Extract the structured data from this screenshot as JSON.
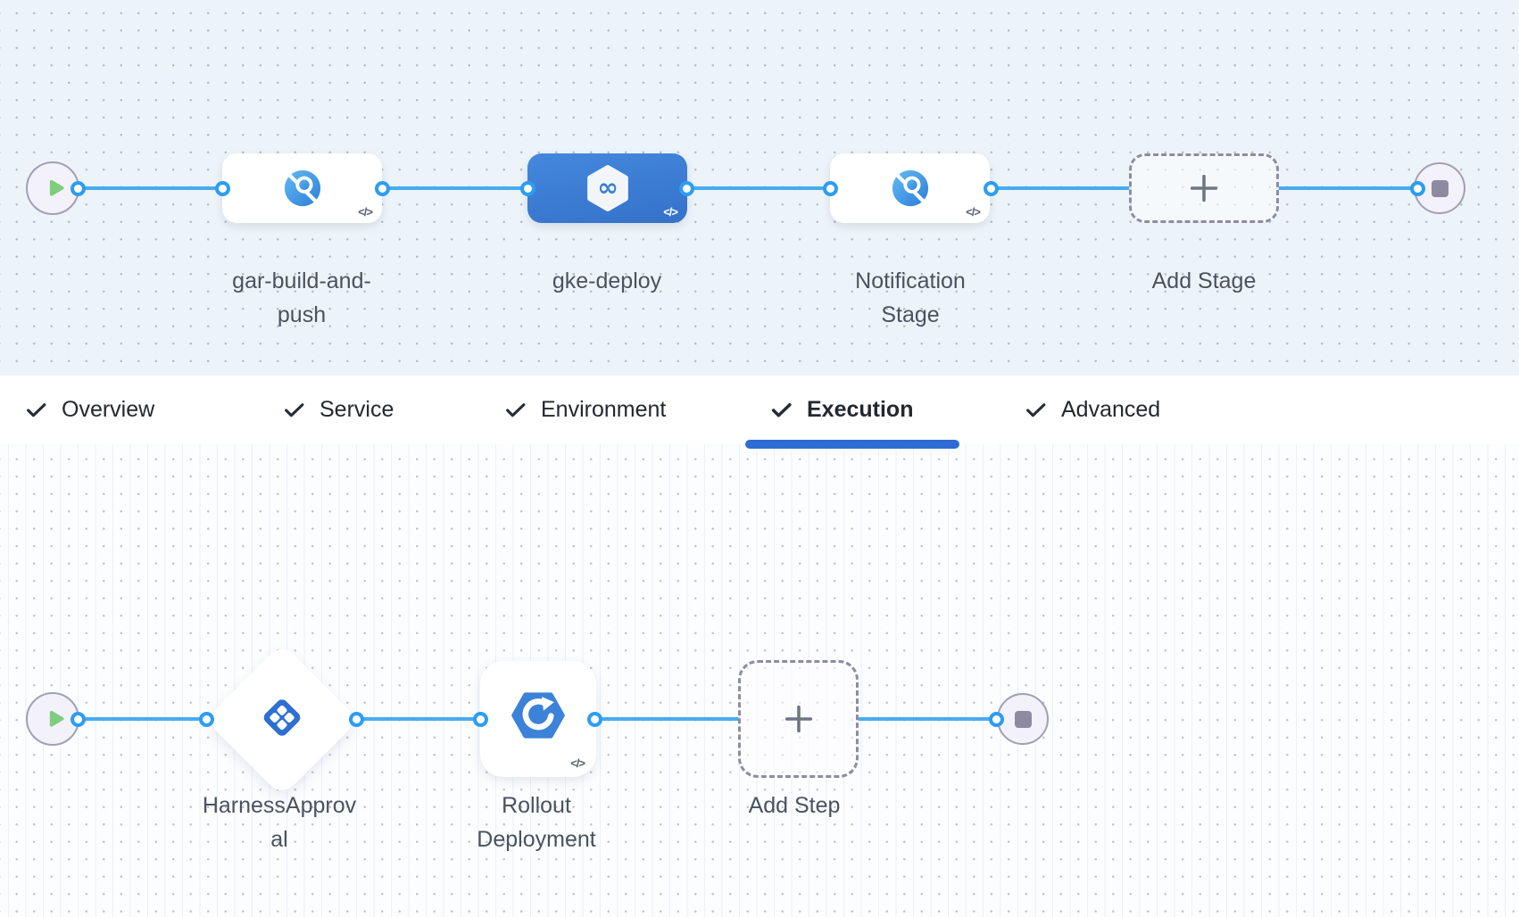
{
  "colors": {
    "canvas_top_bg": "#edf4f9",
    "canvas_bottom_bg": "#fcfdff",
    "connector_blue": "#49abf2",
    "port_border_blue": "#2d9df3",
    "selected_stage_blue": "#3c7ed6",
    "active_tab_underline": "#2f6bd4",
    "play_green": "#7ecd80",
    "terminal_gray": "#8e8ba1",
    "label_gray": "#4a5260",
    "icon_blue": "#2e6fd2"
  },
  "code_glyph": "</>",
  "stage_pipeline": {
    "stages": [
      {
        "label": "gar-build-and-push",
        "icon": "custom-stage-icon",
        "selected": false
      },
      {
        "label": "gke-deploy",
        "icon": "deploy-stage-icon",
        "selected": true
      },
      {
        "label": "Notification Stage",
        "icon": "custom-stage-icon",
        "selected": false
      }
    ],
    "add_stage_label": "Add Stage"
  },
  "tab_bar": {
    "tabs": [
      {
        "label": "Overview",
        "checked": true,
        "active": false
      },
      {
        "label": "Service",
        "checked": true,
        "active": false
      },
      {
        "label": "Environment",
        "checked": true,
        "active": false
      },
      {
        "label": "Execution",
        "checked": true,
        "active": true
      },
      {
        "label": "Advanced",
        "checked": true,
        "active": false
      }
    ]
  },
  "execution_flow": {
    "steps": [
      {
        "label": "HarnessApproval",
        "icon": "approval-step-icon",
        "shape": "diamond"
      },
      {
        "label": "Rollout Deployment",
        "icon": "gke-rollout-icon",
        "shape": "card"
      }
    ],
    "add_step_label": "Add Step"
  }
}
